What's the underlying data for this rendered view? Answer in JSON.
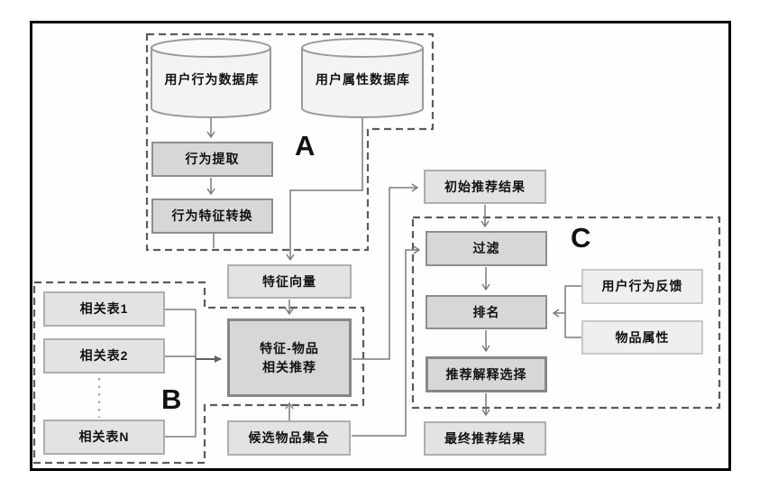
{
  "diagram": {
    "regions": {
      "a": "A",
      "b": "B",
      "c": "C"
    },
    "nodes": {
      "user_behavior_db": "用户行为数据库",
      "user_attribute_db": "用户属性数据库",
      "behavior_extraction": "行为提取",
      "behavior_feature_conversion": "行为特征转换",
      "feature_vector": "特征向量",
      "feature_item_rec": {
        "line1": "特征-物品",
        "line2": "相关推荐"
      },
      "related_table_1": "相关表1",
      "related_table_2": "相关表2",
      "related_table_n": "相关表N",
      "candidate_item_set": "候选物品集合",
      "initial_rec_result": "初始推荐结果",
      "filter": "过滤",
      "ranking": "排名",
      "rec_explanation_selection": "推荐解释选择",
      "user_behavior_feedback": "用户行为反馈",
      "item_attribute": "物品属性",
      "final_rec_result": "最终推荐结果"
    },
    "colors": {
      "line": "#7a7a7a",
      "dashed_outline": "#5b5b5b",
      "box_dark": "#d7d7d7",
      "box_mid": "#e3e3e3",
      "box_light": "#efefef",
      "frame": "#000000"
    }
  }
}
